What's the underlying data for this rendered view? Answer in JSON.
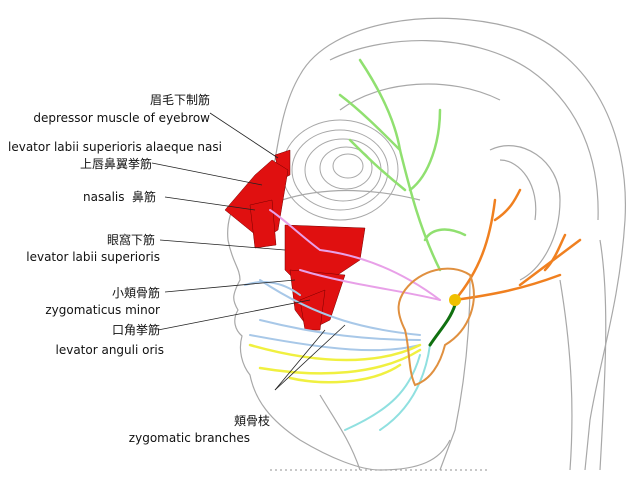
{
  "labels": {
    "depressor_jp": "眉毛下制筋",
    "depressor_en": "depressor muscle of eyebrow",
    "llsan_en": "levator labii superioris alaeque nasi",
    "llsan_jp": "上唇鼻翼挙筋",
    "nasalis_en": "nasalis",
    "nasalis_jp": "鼻筋",
    "lls_jp": "眼窩下筋",
    "lls_en": "levator labii superioris",
    "zm_jp": "小頬骨筋",
    "zm_en": "zygomaticus minor",
    "lao_jp": "口角挙筋",
    "lao_en": "levator anguli oris",
    "zb_jp": "頬骨枝",
    "zb_en": "zygomatic branches"
  },
  "colors": {
    "muscle": "#e01010",
    "temporal_branch": "#90e070",
    "zygomatic_branch": "#e8a0e8",
    "buccal_branch": "#a8c8e8",
    "mandibular_branch": "#f0f040",
    "cervical_branch": "#90e0e0",
    "posterior_auricular": "#f08020",
    "parotid_outline": "#e09040",
    "nerve_trunk": "#f0c000",
    "deep_branch": "#107010",
    "outline": "#a0a0a0"
  }
}
